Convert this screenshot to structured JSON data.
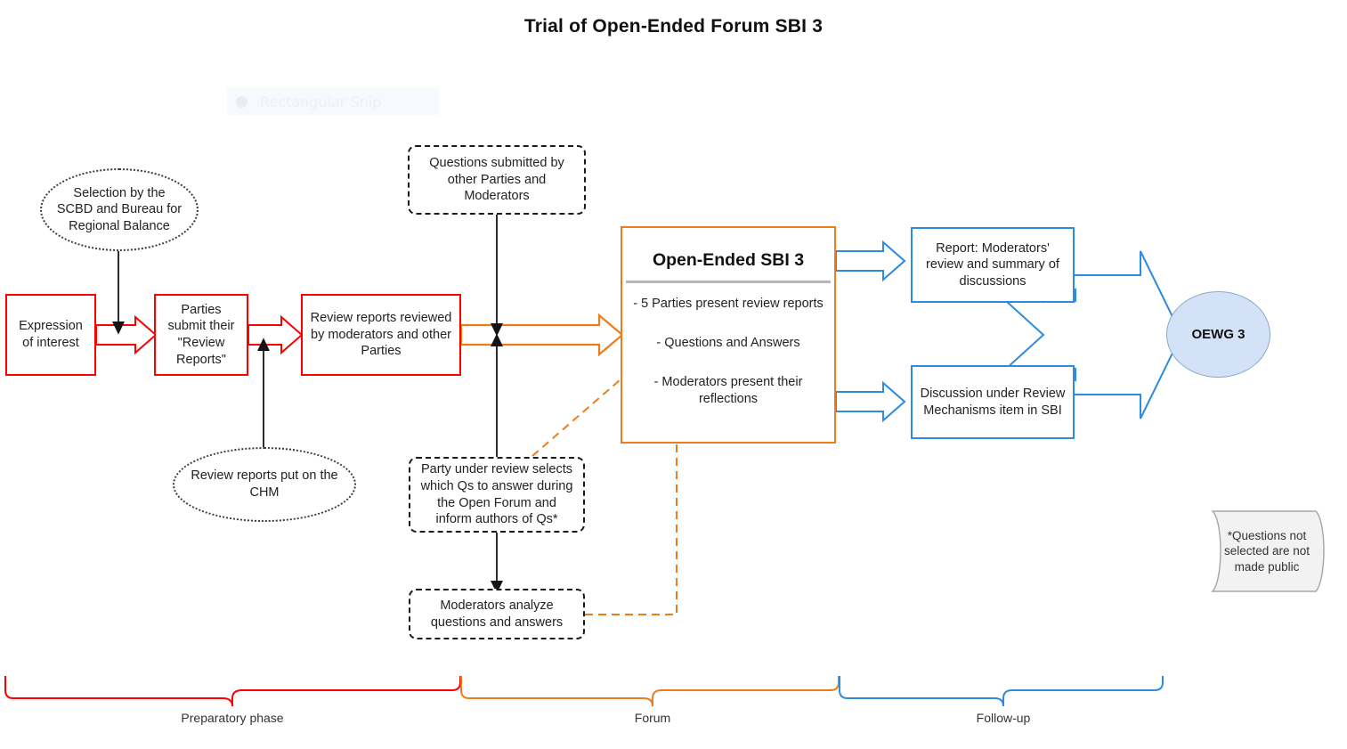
{
  "page": {
    "title": "Trial of Open-Ended Forum SBI 3"
  },
  "watermark": {
    "label": "Rectangular Snip",
    "icon": "camera-dot-icon"
  },
  "colors": {
    "preparatory": "#FF0000",
    "forum": "#ED7D1B",
    "followup": "#2E8BE0",
    "oewg_fill": "#D4E2F7",
    "oewg_border": "#8EA9C6",
    "footnote_fill": "#F2F2F2",
    "black_connector": "#151515",
    "divider_gray": "#B7B7B7"
  },
  "preparatory": {
    "ellipse_selection": "Selection by the SCBD and Bureau for Regional Balance",
    "ellipse_chm": "Review reports put on the CHM",
    "box_expression": "Expression of interest",
    "box_parties_submit": "Parties submit their \"Review Reports\"",
    "box_review_reports": "Review reports reviewed by moderators and other Parties"
  },
  "forum": {
    "dash_questions": "Questions submitted by other Parties and Moderators",
    "dash_party_selects": "Party under review selects which Qs to answer during the Open Forum and inform authors of Qs*",
    "dash_moderators_analyze": "Moderators analyze questions and answers",
    "panel": {
      "heading": "Open-Ended SBI 3",
      "bullets": [
        "- 5 Parties present review reports",
        "- Questions and Answers",
        "- Moderators present their reflections"
      ]
    }
  },
  "followup": {
    "box_report": "Report: Moderators' review and summary of discussions",
    "box_discussion": "Discussion under Review Mechanisms item in SBI",
    "circle_oewg": "OEWG 3"
  },
  "footnote": {
    "text": "*Questions not selected are not made public"
  },
  "phases": [
    {
      "label": "Preparatory phase",
      "color": "#FF0000"
    },
    {
      "label": "Forum",
      "color": "#ED7D1B"
    },
    {
      "label": "Follow-up",
      "color": "#2E8BE0"
    }
  ]
}
